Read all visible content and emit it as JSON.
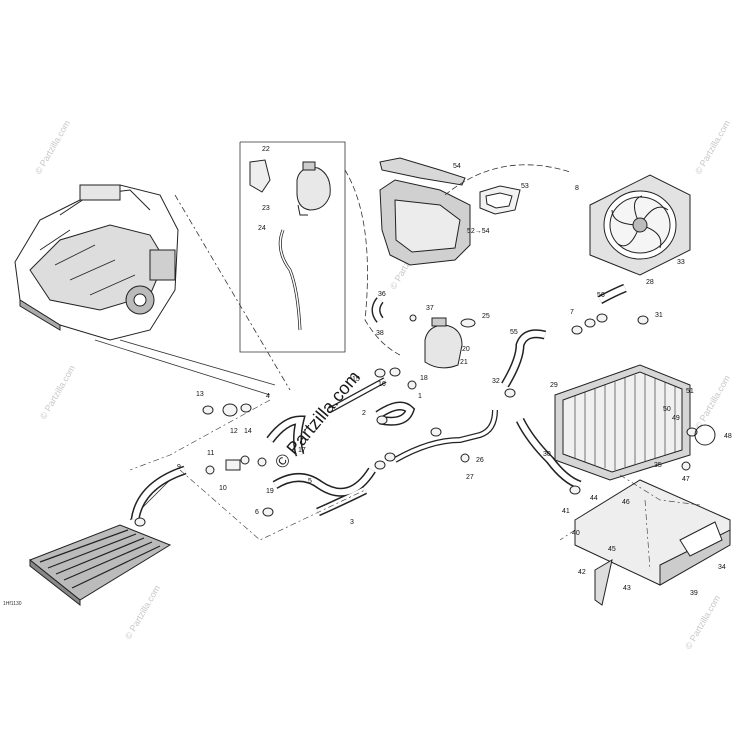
{
  "watermark": {
    "main": "© Partzilla.com",
    "small": "© Partzilla.com"
  },
  "reference_code": "1Hf1130",
  "part_labels": [
    "1",
    "2",
    "3",
    "4",
    "5",
    "6",
    "7",
    "8",
    "9",
    "10",
    "11",
    "12",
    "13",
    "14",
    "15",
    "16",
    "17",
    "18",
    "19",
    "20",
    "21",
    "22",
    "23",
    "24",
    "25",
    "26",
    "27",
    "28",
    "29",
    "30",
    "31",
    "32",
    "33",
    "34",
    "35",
    "36",
    "37",
    "38",
    "39",
    "40",
    "41",
    "42",
    "43",
    "44",
    "45",
    "46",
    "47",
    "48",
    "49",
    "50",
    "51",
    "52",
    "53",
    "54",
    "55",
    "56"
  ],
  "callout_52": "52→54"
}
